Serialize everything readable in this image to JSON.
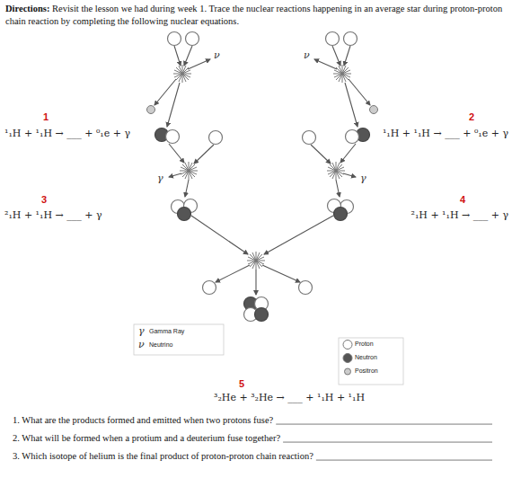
{
  "diagram": {
    "labels": [
      "Directions:",
      "Revisit the lesson we had during week 1. Trace the nuclear reactions happening in an average star during proton-proton chain reaction by completing the following nuclear equations.",
      "¹₁H + ¹₁H → ___ + ⁰₁e + γ",
      "1",
      "¹₁H + ¹₁H → ___ + ⁰₁e + γ",
      "2",
      "²₁H + ¹₁H → ___ + γ",
      "3",
      "²₁H + ¹₁H → ___ + γ",
      "4",
      "³₂He + ³₂He → ___ + ¹₁H + ¹₁H",
      "5",
      "ν",
      "ν",
      "γ",
      "γ",
      "γ",
      "ν",
      "1. What are the products formed and emitted when two protons fuse?",
      "2. What will be formed when a protium and a deuterium fuse together?",
      "3. Which isotope of helium is the final product of proton-proton chain reaction?"
    ],
    "legend": [
      {
        "text": "Gamma Ray"
      },
      {
        "text": "Neutrino"
      },
      {
        "text": "Proton",
        "color": "#ffffff"
      },
      {
        "text": "Neutron",
        "color": "#555555"
      },
      {
        "text": "Positron",
        "color": "#cccccc"
      }
    ]
  }
}
